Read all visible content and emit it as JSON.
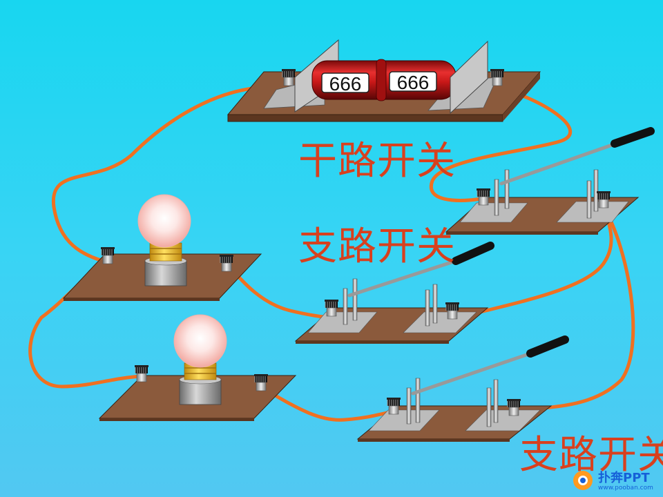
{
  "resistor": {
    "bands": [
      "666",
      "666"
    ]
  },
  "labels": {
    "main_switch": "干路开关",
    "branch_switch_1": "支路开关",
    "branch_switch_2": "支路开关"
  },
  "logo": {
    "brand": "扑奔PPT",
    "url": "www.pooban.com"
  },
  "colors": {
    "background": "#28d2f2",
    "wire": "#f07020",
    "board": "#8b5a3c",
    "label": "#d8401e",
    "resistor": "#b01818"
  }
}
